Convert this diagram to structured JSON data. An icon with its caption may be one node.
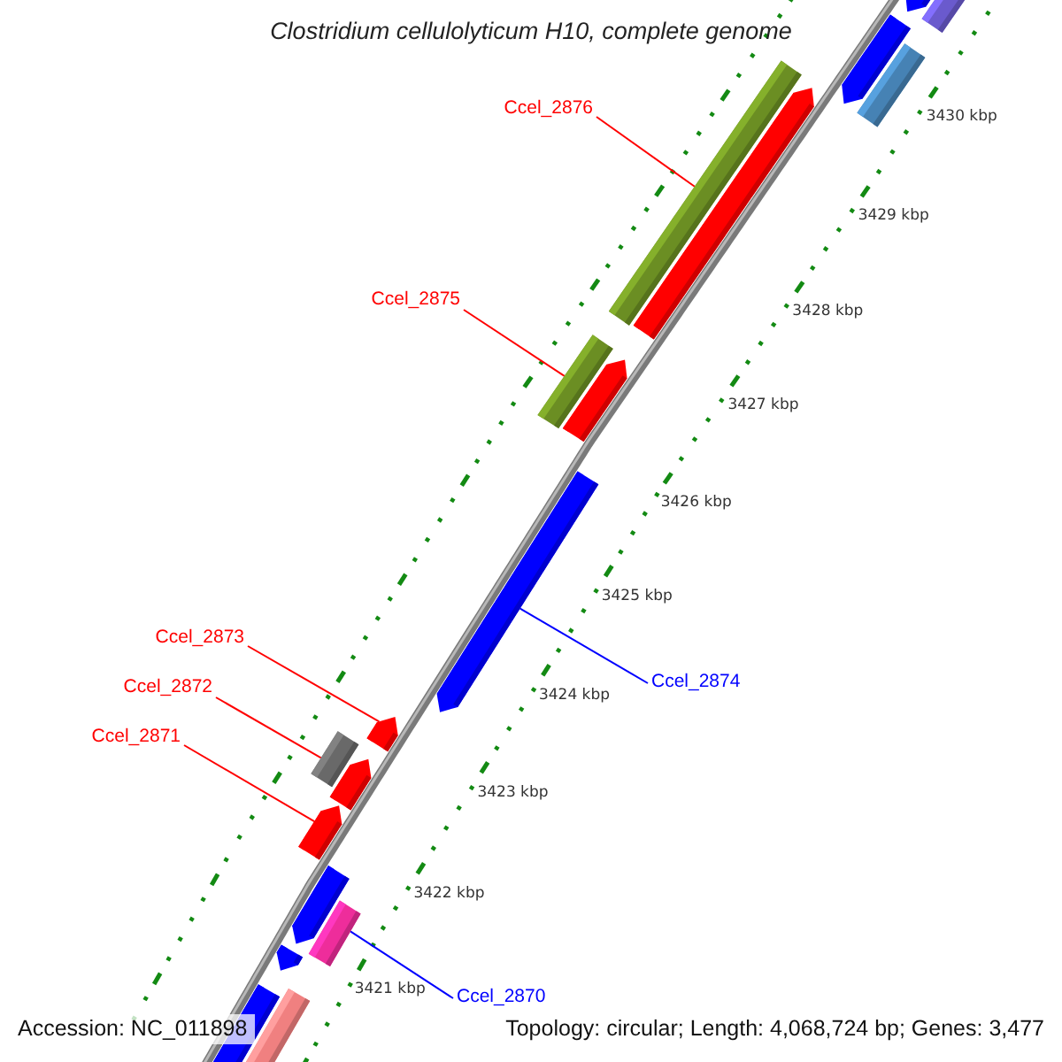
{
  "diagram": {
    "title": "Clostridium cellulolyticum H10, complete genome",
    "nodes": [
      {
        "text": [
          "Ccel_2876"
        ]
      },
      {
        "text": [],
        "shape": "bar"
      },
      {
        "text": [
          "Ccel_2875"
        ]
      },
      {
        "text": [],
        "shape": "bar"
      },
      {
        "text": [
          "Ccel_2873"
        ]
      },
      {
        "text": [],
        "shape": "bar"
      },
      {
        "text": [
          "Ccel_2872"
        ]
      },
      {
        "text": [],
        "shape": "bar"
      },
      {
        "text": [
          "Ccel_2871"
        ]
      },
      {
        "text": [],
        "shape": "bar"
      },
      {
        "text": [
          "Ccel_2874"
        ]
      },
      {
        "text": [],
        "shape": "bar"
      },
      {
        "text": [
          "Ccel_2870"
        ]
      },
      {
        "text": [],
        "shape": "bar"
      }
    ],
    "edges": [
      {
        "from": 0,
        "to": 1,
        "arrow": "none"
      },
      {
        "from": 2,
        "to": 3,
        "arrow": "none"
      },
      {
        "from": 4,
        "to": 5,
        "arrow": "none"
      },
      {
        "from": 6,
        "to": 7,
        "arrow": "none"
      },
      {
        "from": 8,
        "to": 9,
        "arrow": "none"
      },
      {
        "from": 10,
        "to": 11,
        "arrow": "none",
        "color": "#0000ff"
      },
      {
        "from": 12,
        "to": 13,
        "arrow": "none",
        "color": "#0000ff"
      }
    ],
    "labels": [
      "3430 kbp",
      "3429 kbp",
      "3428 kbp",
      "3427 kbp",
      "3426 kbp",
      "3425 kbp",
      "3424 kbp",
      "3423 kbp",
      "3422 kbp",
      "3421 kbp",
      "Accession: NC_011898",
      "Topology: circular; Length: 4,068,724 bp; Genes: 3,477"
    ]
  }
}
